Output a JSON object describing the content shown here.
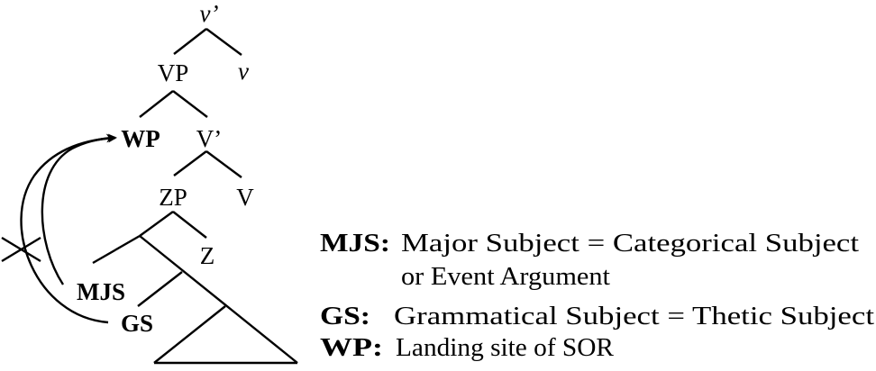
{
  "tree": {
    "root": "v’",
    "vp": "VP",
    "v_head": "v",
    "wp": "WP",
    "v_bar": "V’",
    "zp": "ZP",
    "v": "V",
    "z": "Z",
    "mjs": "MJS",
    "gs": "GS"
  },
  "legend": [
    {
      "key": "MJS:",
      "text": "Major Subject = Categorical Subject",
      "continuation": "or Event Argument"
    },
    {
      "key": "GS:",
      "text": "Grammatical Subject = Thetic Subject"
    },
    {
      "key": "WP:",
      "text": "Landing site of SOR"
    }
  ]
}
